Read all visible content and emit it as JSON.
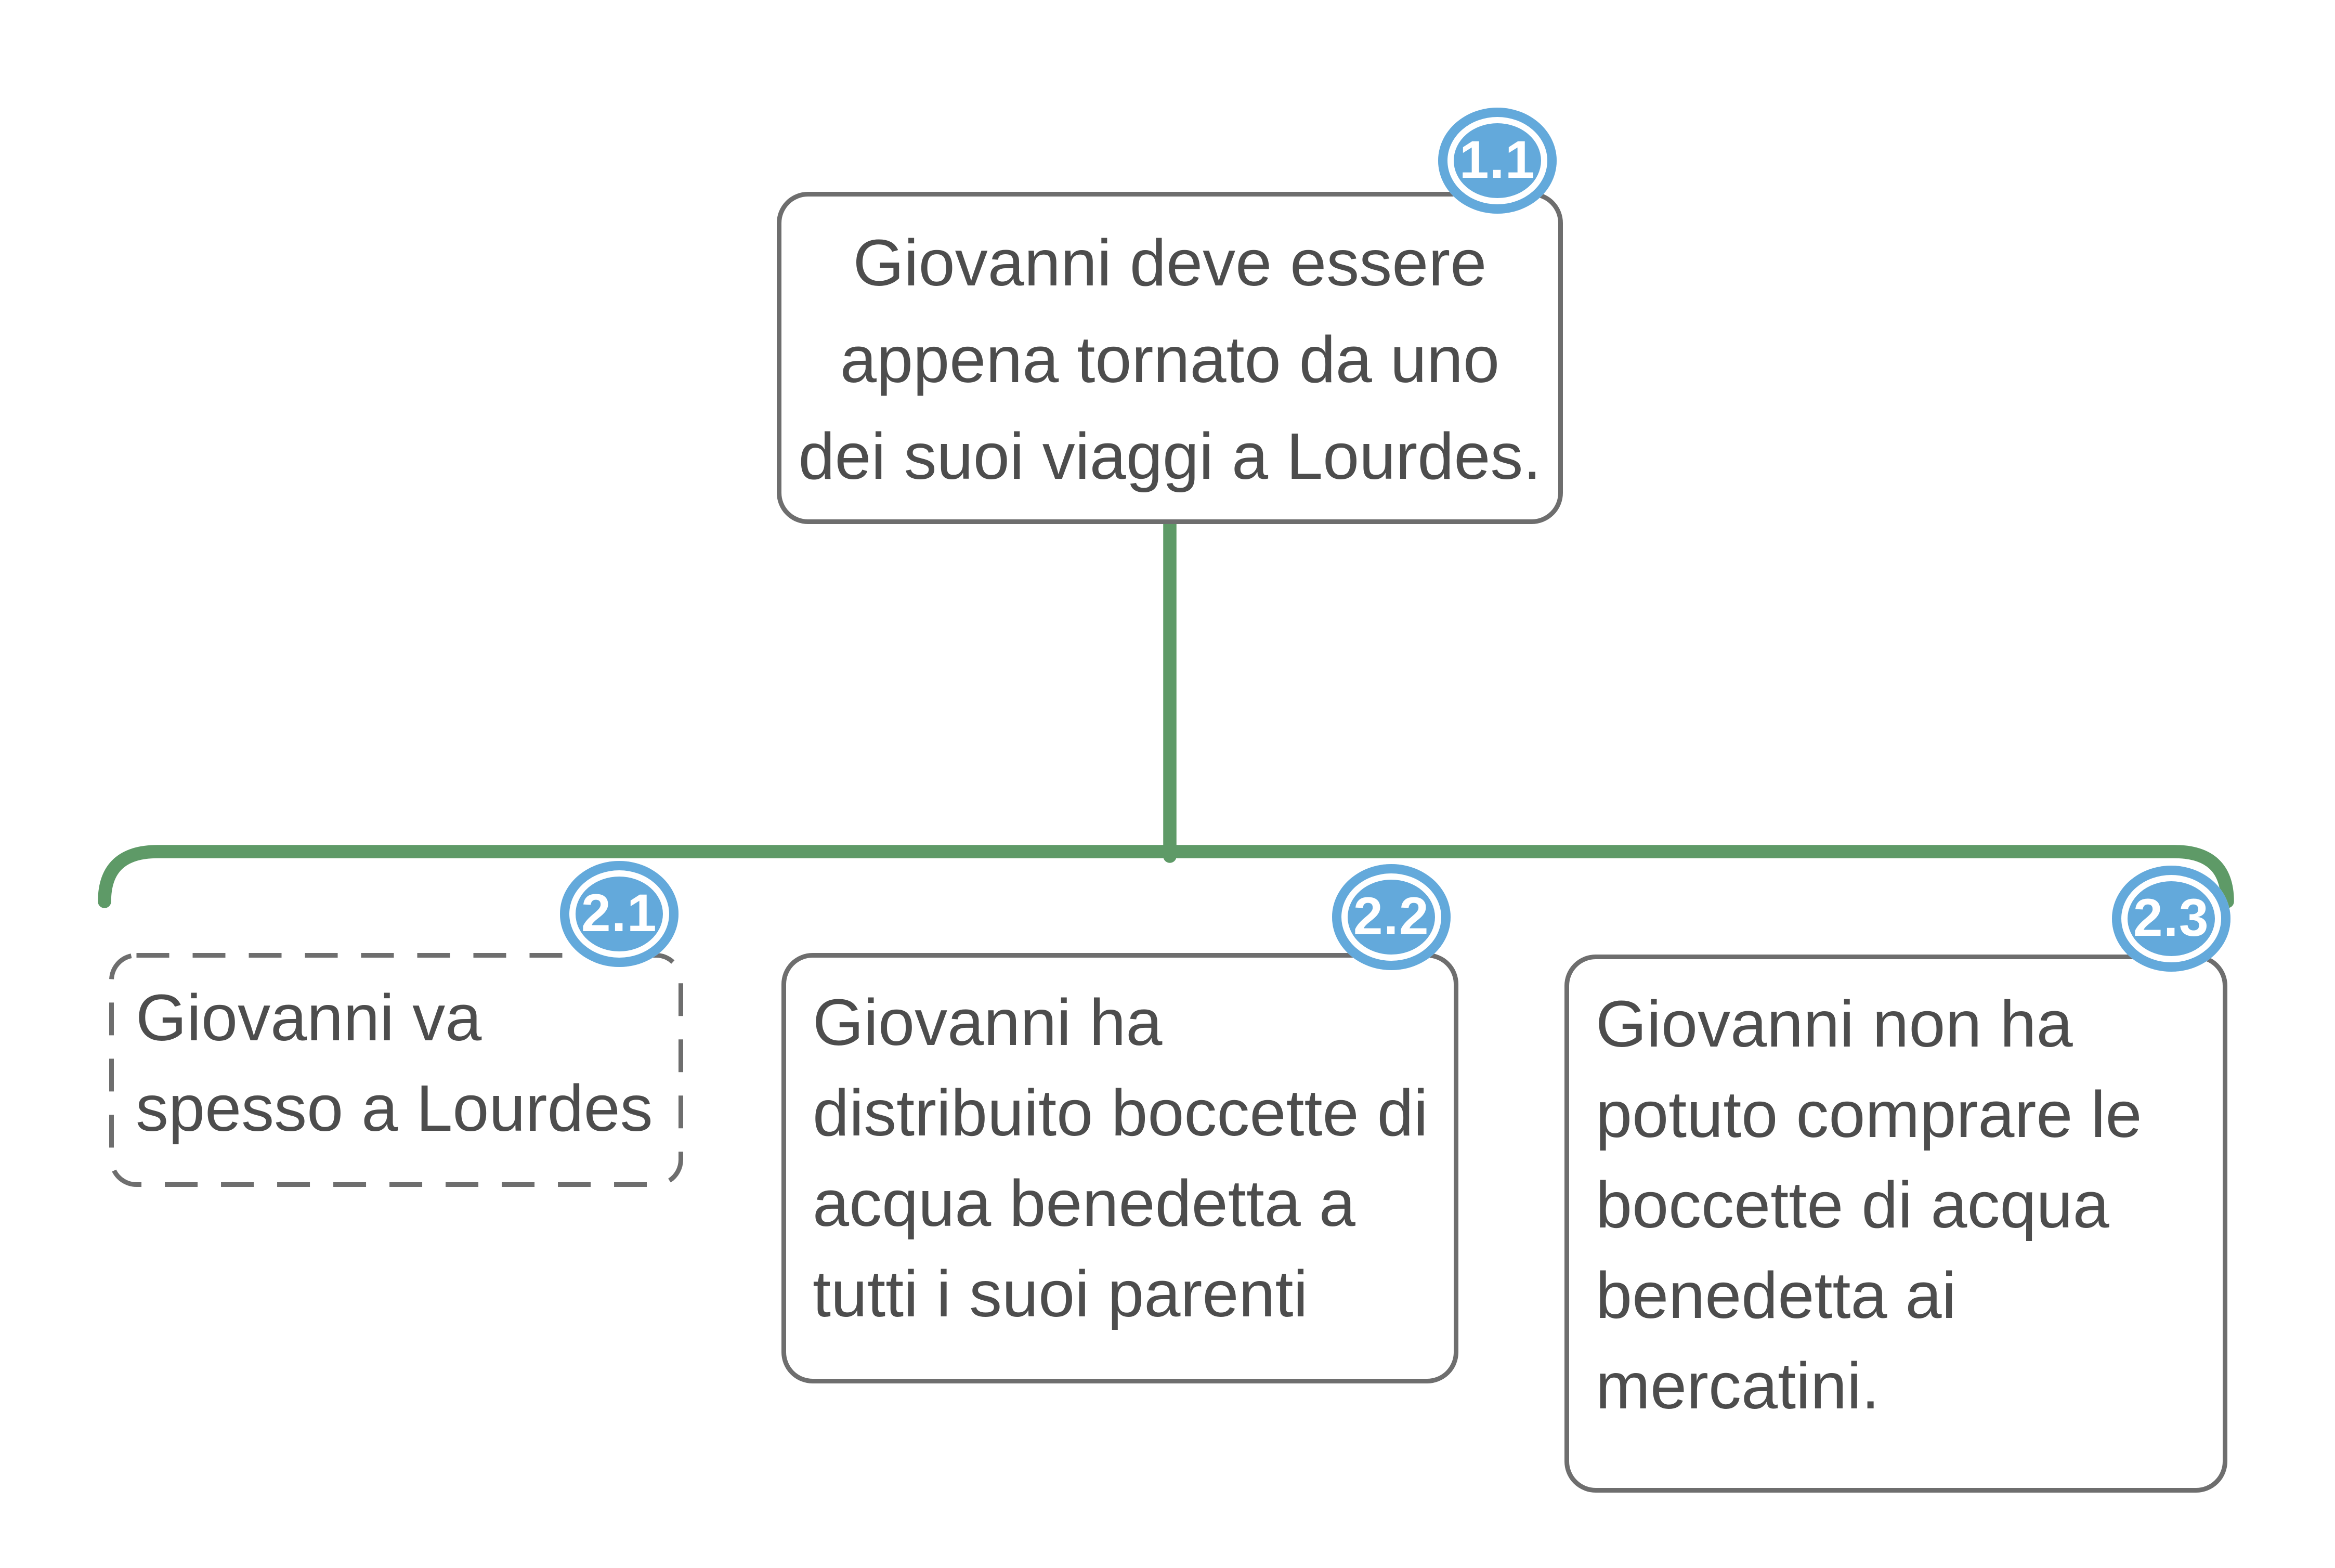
{
  "diagram": {
    "type": "argument-map",
    "colors": {
      "connector_green": "#5e9a67",
      "badge_blue": "#63a9db",
      "box_border_gray": "#6e6e6e",
      "text_gray": "#4d4d4d"
    },
    "root": {
      "badge": "1.1",
      "lines": [
        "Giovanni deve essere",
        "appena tornato da uno",
        "dei suoi viaggi a Lourdes."
      ]
    },
    "children": [
      {
        "badge": "2.1",
        "border_style": "dashed",
        "lines": [
          "Giovanni va",
          "spesso a Lourdes"
        ]
      },
      {
        "badge": "2.2",
        "border_style": "solid",
        "lines": [
          "Giovanni ha",
          "distribuito boccette di",
          "acqua benedetta a",
          "tutti i suoi parenti"
        ]
      },
      {
        "badge": "2.3",
        "border_style": "solid",
        "lines": [
          "Giovanni non ha",
          "potuto comprare le",
          "boccette di acqua",
          "benedetta ai",
          "mercatini."
        ]
      }
    ]
  }
}
